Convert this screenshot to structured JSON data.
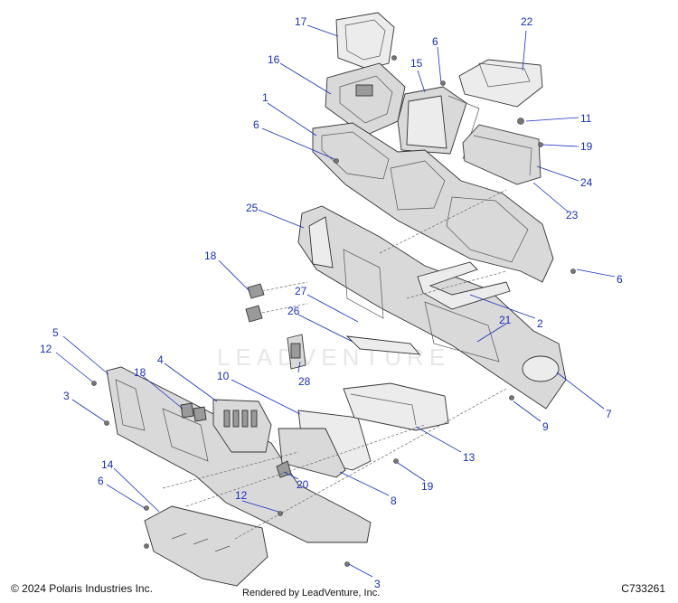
{
  "callouts": [
    {
      "label": "17"
    },
    {
      "label": "6"
    },
    {
      "label": "22"
    },
    {
      "label": "16"
    },
    {
      "label": "15"
    },
    {
      "label": "1"
    },
    {
      "label": "11"
    },
    {
      "label": "6"
    },
    {
      "label": "19"
    },
    {
      "label": "24"
    },
    {
      "label": "23"
    },
    {
      "label": "25"
    },
    {
      "label": "6"
    },
    {
      "label": "18"
    },
    {
      "label": "27"
    },
    {
      "label": "2"
    },
    {
      "label": "26"
    },
    {
      "label": "21"
    },
    {
      "label": "5"
    },
    {
      "label": "12"
    },
    {
      "label": "28"
    },
    {
      "label": "4"
    },
    {
      "label": "18"
    },
    {
      "label": "10"
    },
    {
      "label": "7"
    },
    {
      "label": "3"
    },
    {
      "label": "9"
    },
    {
      "label": "13"
    },
    {
      "label": "19"
    },
    {
      "label": "14"
    },
    {
      "label": "20"
    },
    {
      "label": "6"
    },
    {
      "label": "12"
    },
    {
      "label": "8"
    },
    {
      "label": "3"
    }
  ],
  "watermark": "LEADVENTURE",
  "footer": {
    "copyright": "© 2024 Polaris Industries Inc.",
    "rendered_by": "Rendered by LeadVenture, Inc.",
    "diagram_id": "C733261"
  },
  "colors": {
    "callout": "#1a2fbf",
    "line": "#333333",
    "fill": "#d9d9d9"
  }
}
